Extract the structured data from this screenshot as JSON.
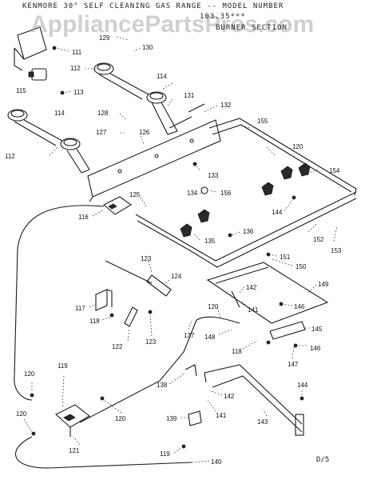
{
  "header": {
    "title": "KENMORE 30\" SELF CLEANING GAS RANGE -- MODEL NUMBER",
    "model_line": "103.35***",
    "section": "BURNER SECTION"
  },
  "watermark": "AppliancePartsPros.com",
  "footer": "D/5",
  "callouts": [
    {
      "id": "c111",
      "text": "111"
    },
    {
      "id": "c129",
      "text": "129"
    },
    {
      "id": "c130",
      "text": "130"
    },
    {
      "id": "c112a",
      "text": "112"
    },
    {
      "id": "c114a",
      "text": "114"
    },
    {
      "id": "c115",
      "text": "115"
    },
    {
      "id": "c113",
      "text": "113"
    },
    {
      "id": "c131",
      "text": "131"
    },
    {
      "id": "c132",
      "text": "132"
    },
    {
      "id": "c128",
      "text": "128"
    },
    {
      "id": "c114b",
      "text": "114"
    },
    {
      "id": "c127",
      "text": "127"
    },
    {
      "id": "c126",
      "text": "126"
    },
    {
      "id": "c155",
      "text": "155"
    },
    {
      "id": "c120a",
      "text": "120"
    },
    {
      "id": "c112b",
      "text": "112"
    },
    {
      "id": "c133",
      "text": "133"
    },
    {
      "id": "c154",
      "text": "154"
    },
    {
      "id": "c134",
      "text": "134"
    },
    {
      "id": "c156",
      "text": "156"
    },
    {
      "id": "c125",
      "text": "125"
    },
    {
      "id": "c144a",
      "text": "144"
    },
    {
      "id": "c116",
      "text": "116"
    },
    {
      "id": "c135",
      "text": "135"
    },
    {
      "id": "c136",
      "text": "136"
    },
    {
      "id": "c152",
      "text": "152"
    },
    {
      "id": "c153",
      "text": "153"
    },
    {
      "id": "c123a",
      "text": "123"
    },
    {
      "id": "c151",
      "text": "151"
    },
    {
      "id": "c150",
      "text": "150"
    },
    {
      "id": "c124",
      "text": "124"
    },
    {
      "id": "c142a",
      "text": "142"
    },
    {
      "id": "c149",
      "text": "149"
    },
    {
      "id": "c117",
      "text": "117"
    },
    {
      "id": "c141a",
      "text": "141"
    },
    {
      "id": "c146a",
      "text": "146"
    },
    {
      "id": "c120b",
      "text": "120"
    },
    {
      "id": "c118a",
      "text": "118"
    },
    {
      "id": "c148",
      "text": "148"
    },
    {
      "id": "c145",
      "text": "145"
    },
    {
      "id": "c122",
      "text": "122"
    },
    {
      "id": "c123b",
      "text": "123"
    },
    {
      "id": "c137",
      "text": "137"
    },
    {
      "id": "c118b",
      "text": "118"
    },
    {
      "id": "c147",
      "text": "147"
    },
    {
      "id": "c146b",
      "text": "146"
    },
    {
      "id": "c119a",
      "text": "119"
    },
    {
      "id": "c120c",
      "text": "120"
    },
    {
      "id": "c138",
      "text": "138"
    },
    {
      "id": "c142b",
      "text": "142"
    },
    {
      "id": "c144b",
      "text": "144"
    },
    {
      "id": "c120d",
      "text": "120"
    },
    {
      "id": "c141b",
      "text": "141"
    },
    {
      "id": "c143",
      "text": "143"
    },
    {
      "id": "c120e",
      "text": "120"
    },
    {
      "id": "c139",
      "text": "139"
    },
    {
      "id": "c121",
      "text": "121"
    },
    {
      "id": "c119b",
      "text": "119"
    },
    {
      "id": "c140",
      "text": "140"
    }
  ]
}
